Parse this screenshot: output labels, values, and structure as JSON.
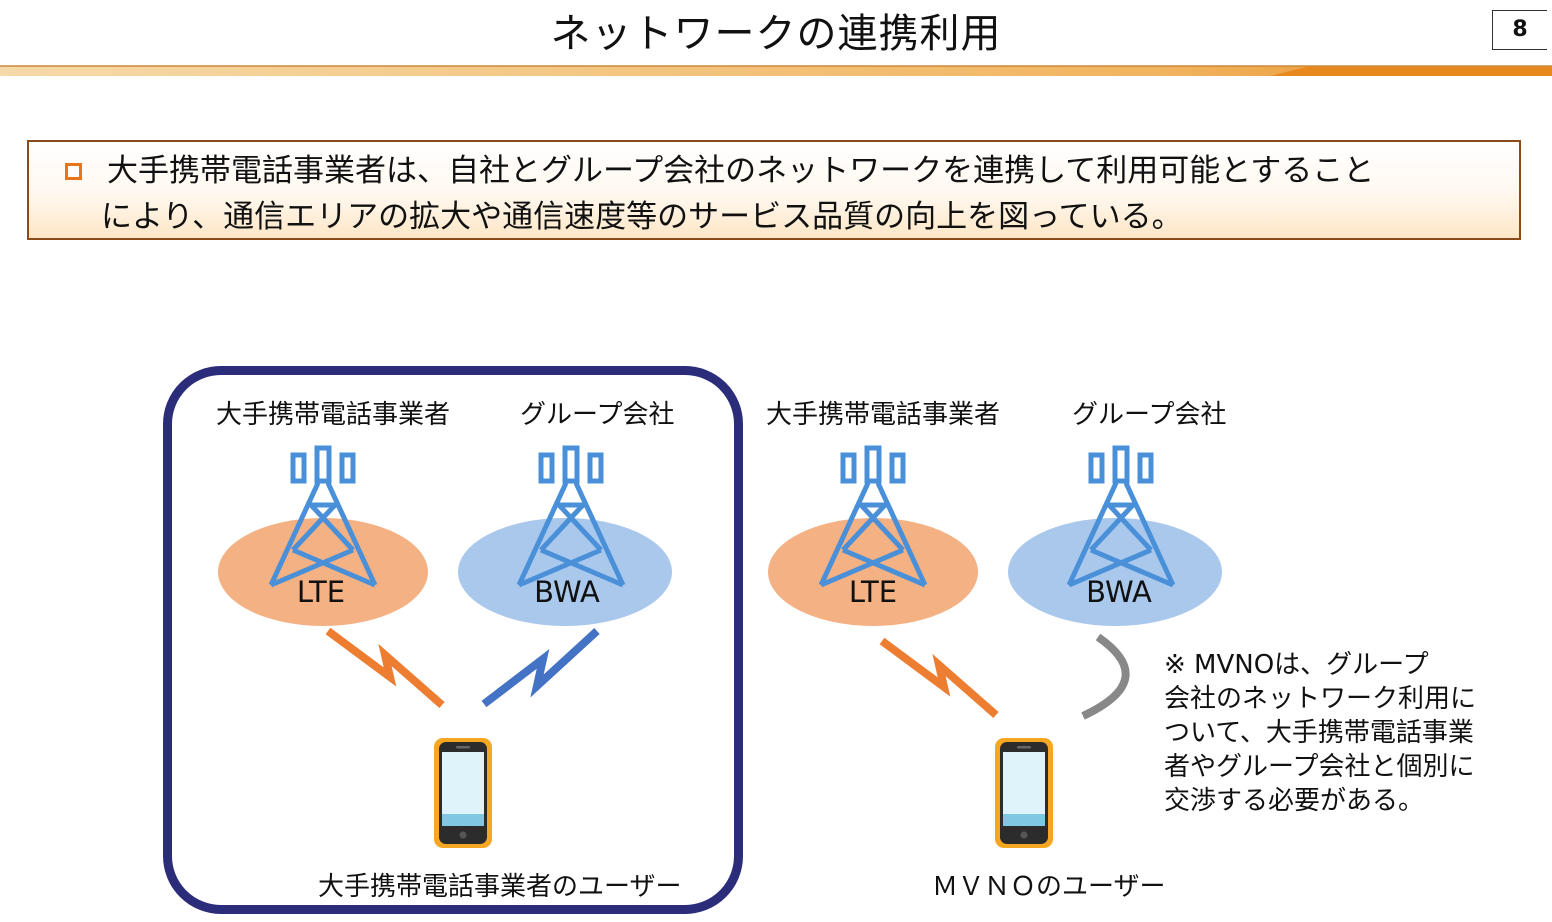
{
  "header": {
    "title": "ネットワークの連携利用",
    "page_number": "8"
  },
  "summary": {
    "line1": "大手携帯電話事業者は、自社とグループ会社のネットワークを連携して利用可能とすること",
    "line2": "により、通信エリアの拡大や通信速度等のサービス品質の向上を図っている。"
  },
  "left_diagram": {
    "carrier_label": "大手携帯電話事業者",
    "group_label": "グループ会社",
    "lte_label": "LTE",
    "bwa_label": "BWA",
    "user_label": "大手携帯電話事業者のユーザー"
  },
  "right_diagram": {
    "carrier_label": "大手携帯電話事業者",
    "group_label": "グループ会社",
    "lte_label": "LTE",
    "bwa_label": "BWA",
    "user_label": "ＭＶＮＯのユーザー"
  },
  "note": {
    "line1": "※  MVNOは、グループ",
    "line2": "会社のネットワーク利用に",
    "line3": "ついて、大手携帯電話事業",
    "line4": "者やグループ会社と個別に",
    "line5": "交渉する必要がある。"
  },
  "colors": {
    "lte_area": "#f4b183",
    "bwa_area": "#a9c8ec",
    "tower": "#4a90d9",
    "lte_link": "#ed7d31",
    "bwa_link": "#4472c4",
    "frame": "#2b2c7a",
    "phone_frame": "#f5a623",
    "no_link": "#888888"
  },
  "icons": [
    "antenna-tower-icon",
    "smartphone-icon",
    "lightning-link-icon"
  ]
}
